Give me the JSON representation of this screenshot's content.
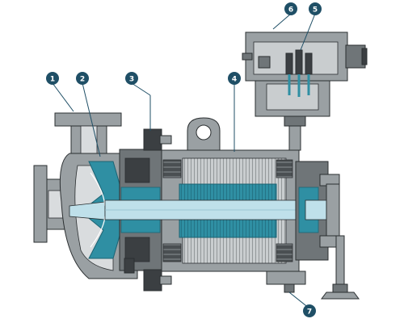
{
  "callouts": [
    {
      "id": "c1",
      "label": "1"
    },
    {
      "id": "c2",
      "label": "2"
    },
    {
      "id": "c3",
      "label": "3"
    },
    {
      "id": "c4",
      "label": "4"
    },
    {
      "id": "c5",
      "label": "5"
    },
    {
      "id": "c6",
      "label": "6"
    },
    {
      "id": "c7",
      "label": "7"
    }
  ],
  "colors": {
    "callout": "#1f4f66",
    "casing": "#9aa0a3",
    "casing_dark": "#6f7578",
    "rotor_teal": "#2f8fa3",
    "shaft_light": "#bfe0ea",
    "dark_part": "#3b3f42",
    "outline": "#2b2f31"
  }
}
